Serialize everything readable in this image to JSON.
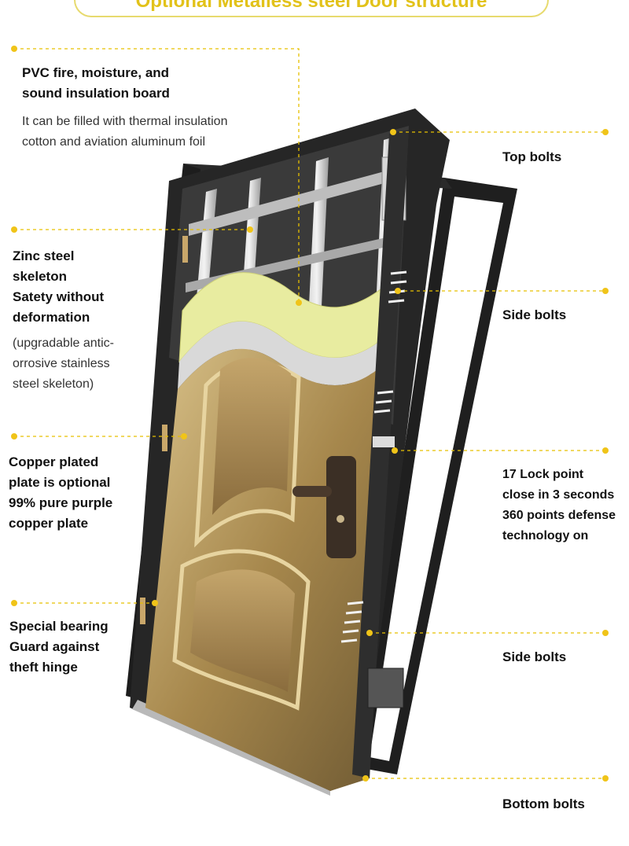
{
  "title": "Optional Metalless steel Door structure",
  "colors": {
    "accent": "#f0c419",
    "frame": "#1f1f1f",
    "panel_bronze": "#a88a52",
    "insulation": "#e8eca0"
  },
  "annotations": {
    "pvc": {
      "title": [
        "PVC fire, moisture, and",
        "sound insulation board"
      ],
      "detail": [
        "It can be filled with thermal insulation",
        "cotton and aviation aluminum foil"
      ]
    },
    "zinc": {
      "title": [
        "Zinc steel",
        "skeleton",
        "Satety without",
        "deformation"
      ],
      "detail": [
        "(upgradable antic-",
        "orrosive stainless",
        "steel skeleton)"
      ]
    },
    "copper": {
      "title": [
        "Copper plated",
        "plate is optional",
        "99% pure purple",
        "copper plate"
      ]
    },
    "hinge": {
      "title": [
        "Special bearing",
        "Guard against",
        "theft hinge"
      ]
    },
    "top_bolts": {
      "title": "Top bolts"
    },
    "side_bolts_upper": {
      "title": "Side bolts"
    },
    "lock": {
      "title": [
        "17 Lock point",
        "close in 3 seconds",
        "360 points defense",
        "technology on"
      ]
    },
    "side_bolts_lower": {
      "title": "Side bolts"
    },
    "bottom_bolts": {
      "title": "Bottom bolts"
    }
  }
}
